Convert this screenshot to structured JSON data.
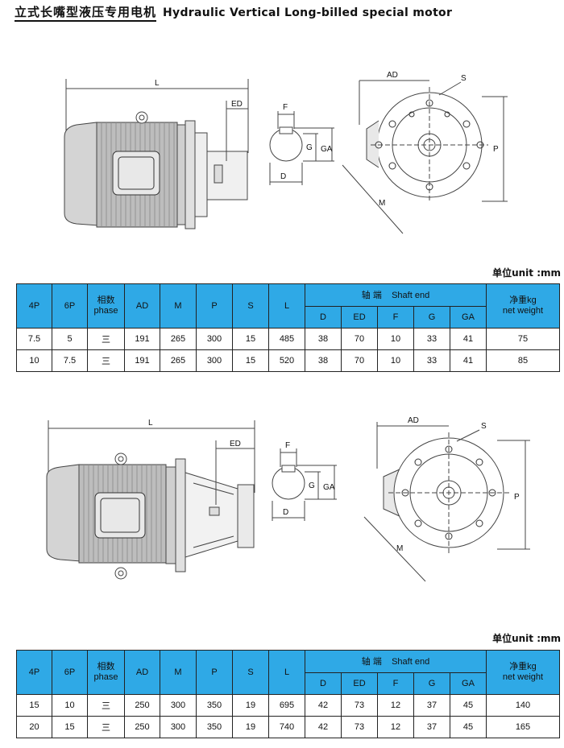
{
  "header": {
    "title_cn": "立式长嘴型液压专用电机",
    "title_en": "Hydraulic Vertical Long-billed special motor"
  },
  "dims": {
    "L": "L",
    "ED": "ED",
    "F": "F",
    "G": "G",
    "GA": "GA",
    "D": "D",
    "AD": "AD",
    "S": "S",
    "P": "P",
    "M": "M"
  },
  "unit_label": "单位unit :mm",
  "table_head": {
    "p4": "4P",
    "p6": "6P",
    "phase_cn": "相数",
    "phase_en": "phase",
    "AD": "AD",
    "M": "M",
    "P": "P",
    "S": "S",
    "L": "L",
    "shaft_cn": "轴  端",
    "shaft_en": "Shaft end",
    "D": "D",
    "ED": "ED",
    "F": "F",
    "G": "G",
    "GA": "GA",
    "weight_cn": "净重kg",
    "weight_en": "net weight"
  },
  "table1": {
    "rows": [
      [
        "7.5",
        "5",
        "三",
        "191",
        "265",
        "300",
        "15",
        "485",
        "38",
        "70",
        "10",
        "33",
        "41",
        "75"
      ],
      [
        "10",
        "7.5",
        "三",
        "191",
        "265",
        "300",
        "15",
        "520",
        "38",
        "70",
        "10",
        "33",
        "41",
        "85"
      ]
    ]
  },
  "table2": {
    "rows": [
      [
        "15",
        "10",
        "三",
        "250",
        "300",
        "350",
        "19",
        "695",
        "42",
        "73",
        "12",
        "37",
        "45",
        "140"
      ],
      [
        "20",
        "15",
        "三",
        "250",
        "300",
        "350",
        "19",
        "740",
        "42",
        "73",
        "12",
        "37",
        "45",
        "165"
      ]
    ]
  }
}
